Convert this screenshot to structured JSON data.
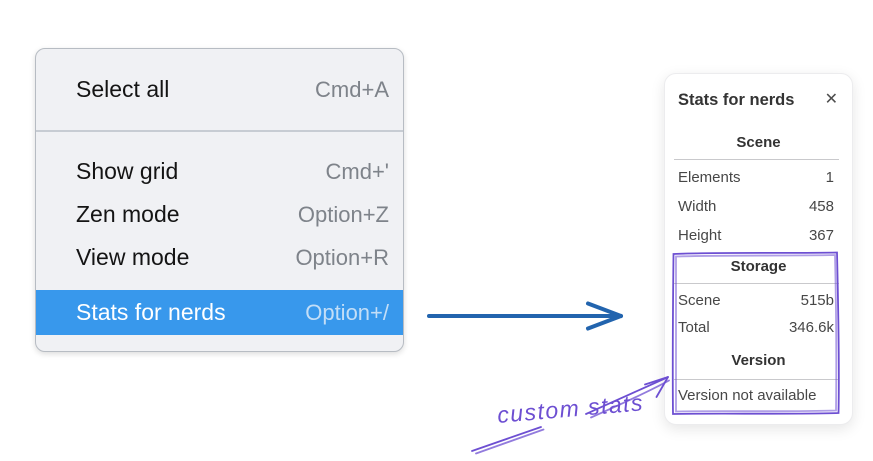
{
  "context_menu": {
    "items": [
      {
        "label": "Select all",
        "shortcut": "Cmd+A",
        "selected": false
      },
      {
        "label": "Show grid",
        "shortcut": "Cmd+'",
        "selected": false
      },
      {
        "label": "Zen mode",
        "shortcut": "Option+Z",
        "selected": false
      },
      {
        "label": "View mode",
        "shortcut": "Option+R",
        "selected": false
      },
      {
        "label": "Stats for nerds",
        "shortcut": "Option+/",
        "selected": true
      }
    ]
  },
  "stats_panel": {
    "title": "Stats for nerds",
    "scene": {
      "header": "Scene",
      "rows": [
        {
          "label": "Elements",
          "value": "1"
        },
        {
          "label": "Width",
          "value": "458"
        },
        {
          "label": "Height",
          "value": "367"
        }
      ]
    },
    "storage": {
      "header": "Storage",
      "rows": [
        {
          "label": "Scene",
          "value": "515b"
        },
        {
          "label": "Total",
          "value": "346.6k"
        }
      ]
    },
    "version": {
      "header": "Version",
      "note": "Version not available"
    }
  },
  "annotations": {
    "custom_stats_label": "custom stats"
  },
  "icons": {
    "close": "✕"
  },
  "colors": {
    "menu_highlight": "#3898ec",
    "blue_arrow": "#2264ae",
    "annotation_purple": "#6d4fd2"
  }
}
